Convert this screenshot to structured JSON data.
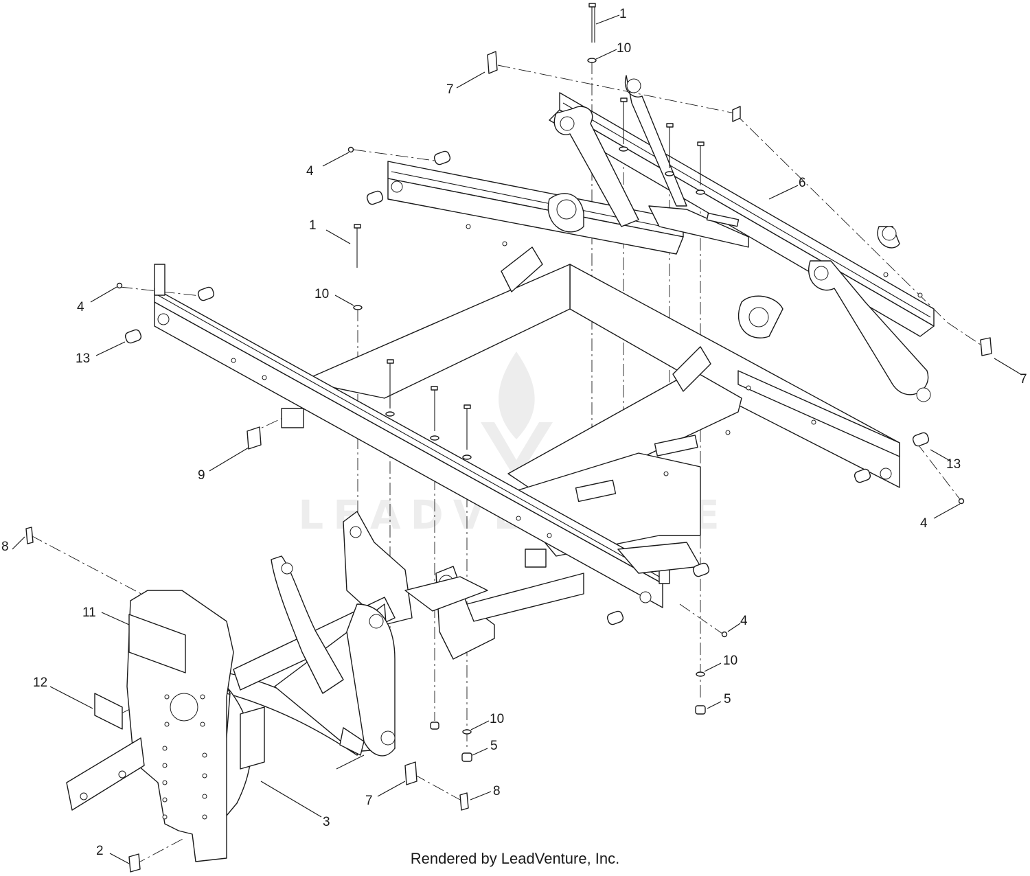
{
  "caption": "Rendered by LeadVenture, Inc.",
  "watermark": {
    "text": "LEADVENTURE",
    "icon": "flame-v-logo-icon"
  },
  "callouts": [
    {
      "id": "c1a",
      "label": "1"
    },
    {
      "id": "c10a",
      "label": "10"
    },
    {
      "id": "c7a",
      "label": "7"
    },
    {
      "id": "c4a",
      "label": "4"
    },
    {
      "id": "c6",
      "label": "6"
    },
    {
      "id": "c1b",
      "label": "1"
    },
    {
      "id": "c10b",
      "label": "10"
    },
    {
      "id": "c4b",
      "label": "4"
    },
    {
      "id": "c13a",
      "label": "13"
    },
    {
      "id": "c7b",
      "label": "7"
    },
    {
      "id": "c13b",
      "label": "13"
    },
    {
      "id": "c9",
      "label": "9"
    },
    {
      "id": "c4c",
      "label": "4"
    },
    {
      "id": "c8a",
      "label": "8"
    },
    {
      "id": "c11",
      "label": "11"
    },
    {
      "id": "c4d",
      "label": "4"
    },
    {
      "id": "c10c",
      "label": "10"
    },
    {
      "id": "c12",
      "label": "12"
    },
    {
      "id": "c5a",
      "label": "5"
    },
    {
      "id": "c10d",
      "label": "10"
    },
    {
      "id": "c5b",
      "label": "5"
    },
    {
      "id": "c8b",
      "label": "8"
    },
    {
      "id": "c7c",
      "label": "7"
    },
    {
      "id": "c3",
      "label": "3"
    },
    {
      "id": "c2",
      "label": "2"
    }
  ]
}
